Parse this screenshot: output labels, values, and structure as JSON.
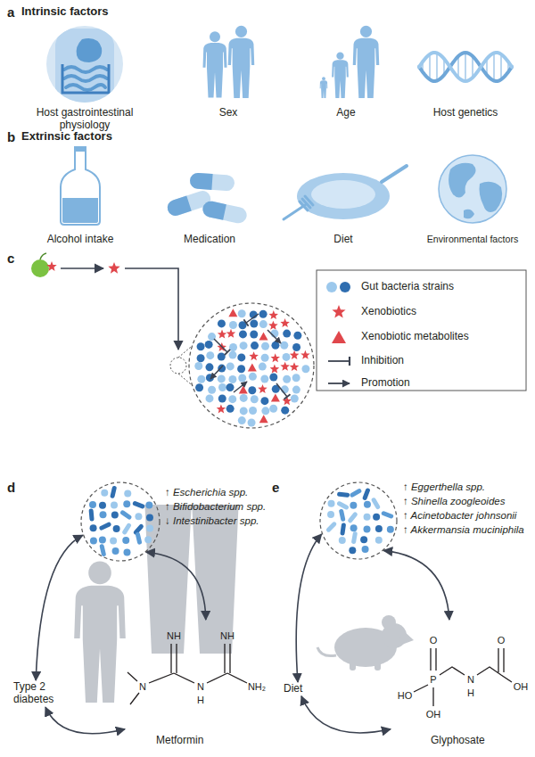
{
  "diagram": {
    "nodes": [
      {
        "text": [
          "↑ Escherichia spp.",
          "↑ Bifidobacterium spp.",
          "↓ Intestinibacter spp."
        ]
      },
      {
        "text": [
          "Type 2 diabetes"
        ]
      },
      {
        "text": [
          "Metformin"
        ]
      },
      {
        "text": [
          "↑ Eggerthella spp.",
          "↑ Shinella zoogleoides",
          "↑ Acinetobacter johnsonii",
          "↑ Akkermansia muciniphila"
        ]
      },
      {
        "text": [
          "Diet"
        ]
      },
      {
        "text": [
          "Glyphosate"
        ]
      }
    ],
    "edges": [
      {
        "from": 0,
        "to": 1,
        "arrow": "both"
      },
      {
        "from": 0,
        "to": 2,
        "arrow": "both"
      },
      {
        "from": 1,
        "to": 2,
        "arrow": "both"
      },
      {
        "from": 3,
        "to": 4,
        "arrow": "both"
      },
      {
        "from": 3,
        "to": 5,
        "arrow": "both"
      },
      {
        "from": 4,
        "to": 5,
        "arrow": "both"
      }
    ],
    "labels": [
      "a",
      "Intrinsic factors",
      "Host gastrointestinal physiology",
      "Sex",
      "Age",
      "Host genetics",
      "b",
      "Extrinsic factors",
      "Alcohol intake",
      "Medication",
      "Diet",
      "Environmental factors",
      "c",
      "d",
      "NH",
      "NH",
      "N",
      "N",
      "H",
      "NH₂",
      "e",
      "O",
      "HO",
      "P",
      "OH",
      "N",
      "H",
      "O",
      "OH"
    ],
    "legend": [
      {
        "text": "Gut bacteria strains"
      },
      {
        "text": "Xenobiotics"
      },
      {
        "text": "Xenobiotic metabolites"
      },
      {
        "text": "Inhibition"
      },
      {
        "text": "Promotion"
      }
    ]
  }
}
